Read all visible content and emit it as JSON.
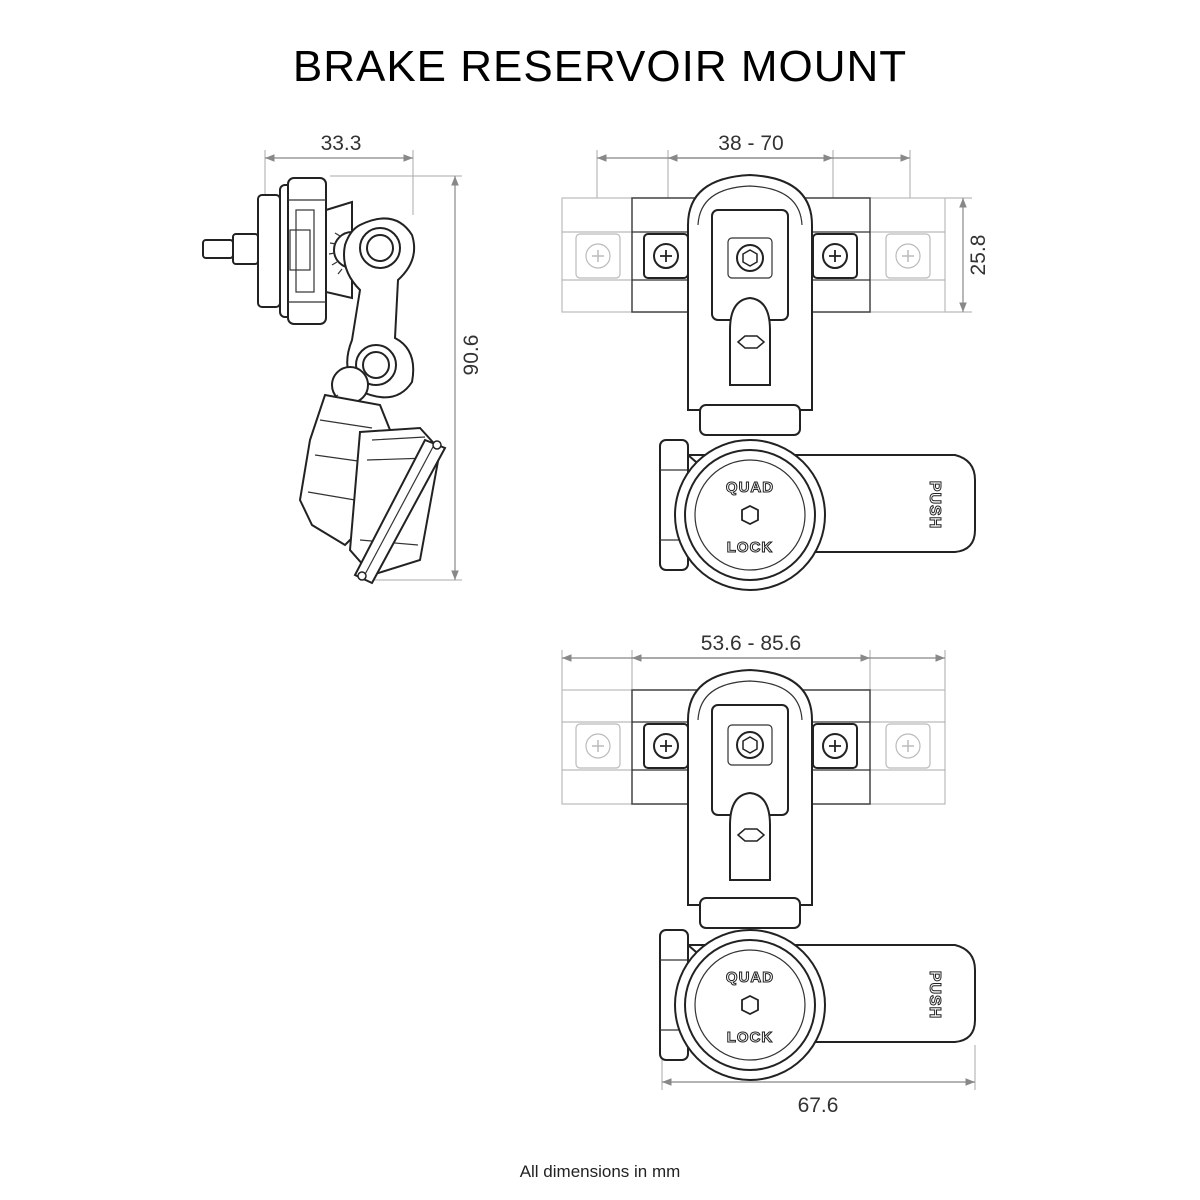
{
  "title": "BRAKE RESERVOIR MOUNT",
  "footer": "All dimensions in mm",
  "dimensions": {
    "side_width": "33.3",
    "side_height": "90.6",
    "top_view_range": "38 - 70",
    "top_view_height": "25.8",
    "bottom_view_range": "53.6 - 85.6",
    "bottom_view_width": "67.6"
  },
  "branding": {
    "logo_top": "QUAD",
    "logo_bottom": "LOCK",
    "tab_label": "PUSH"
  }
}
